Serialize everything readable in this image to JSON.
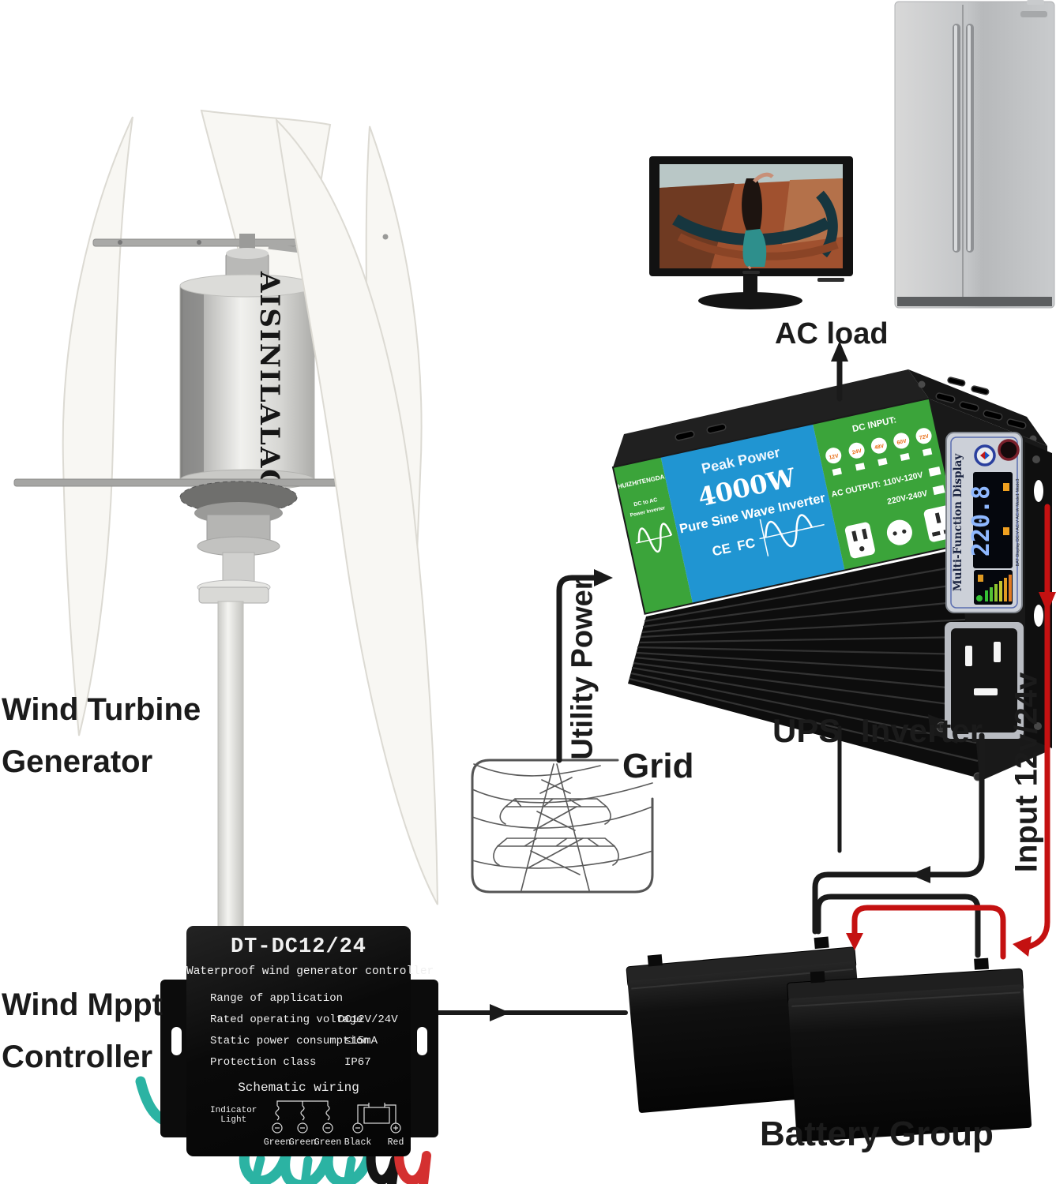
{
  "labels": {
    "wind_turbine_1": "Wind Turbine",
    "wind_turbine_2": "Generator",
    "wind_mppt_1": "Wind Mppt",
    "wind_mppt_2": "Controller",
    "ac_load": "AC load",
    "grid": "Grid",
    "ups_inverter": "UPS Inverter",
    "utility_power": "Utility Power",
    "input_dc": "Input 12v/24v",
    "battery_group": "Battery Group"
  },
  "turbine": {
    "brand": "AISINILALAO"
  },
  "inverter": {
    "brand": "HUIZHITENGDA",
    "brand_sub1": "DC to AC",
    "brand_sub2": "Power Inverter",
    "peak_power": "Peak Power",
    "power": "4000W",
    "type_line": "Pure Sine Wave Inverter",
    "cert_ce": "CE",
    "cert_fc": "FC",
    "dc_input_label": "DC INPUT:",
    "dc_voltages": [
      "12V",
      "24V",
      "48V",
      "60V",
      "72V"
    ],
    "ac_output_label": "AC OUTPUT:",
    "ac_range1": "110V-120V",
    "ac_range2": "220V-240V",
    "display_title": "Multi-Function Display",
    "display_value": "220.8",
    "display_modes": "BAT Display DC:V AC:V AC:W Mode1 Mode3"
  },
  "controller": {
    "model": "DT-DC12/24",
    "subtitle": "Waterproof wind generator controller",
    "spec_rows": [
      {
        "label": "Range of application",
        "value": ""
      },
      {
        "label": "Rated operating voltage",
        "value": "DC12V/24V"
      },
      {
        "label": "Static power consumption",
        "value": "≤15mA"
      },
      {
        "label": "Protection class",
        "value": "IP67"
      }
    ],
    "schematic_title": "Schematic wiring",
    "indicator_line1": "Indicator",
    "indicator_line2": "Light",
    "terminal_labels": [
      "Green",
      "Green",
      "Green",
      "Black",
      "Red"
    ]
  },
  "palette": {
    "inverter_green": "#3ba43a",
    "inverter_blue": "#2095d2",
    "wire_black": "#1a1a1a",
    "wire_red": "#c41111",
    "wire_teal": "#2bb3a3",
    "label_text": "#1b1b1b"
  }
}
